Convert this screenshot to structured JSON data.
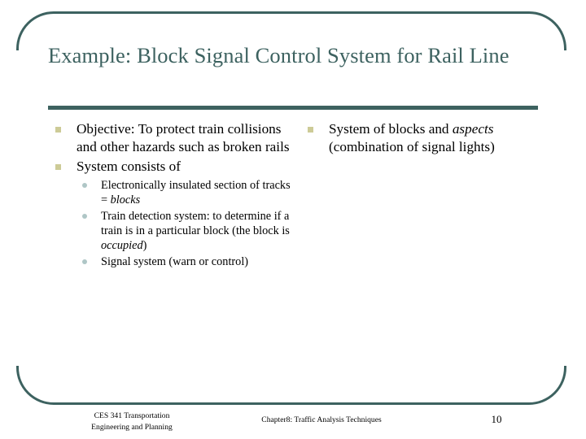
{
  "slide": {
    "title": "Example: Block Signal Control System for Rail Line",
    "accent_color": "#3d6260",
    "bullet_level1_color": "#cdcb97",
    "bullet_level2_color": "#afc6c6",
    "body_text_color": "#000000",
    "background_color": "#ffffff"
  },
  "columns": {
    "left": {
      "items": [
        {
          "text": "Objective: To protect train collisions and other hazards such as broken rails",
          "subitems": []
        },
        {
          "text": "System consists of",
          "subitems": [
            {
              "parts": [
                {
                  "text": "Electronically insulated section of tracks = ",
                  "style": "normal"
                },
                {
                  "text": "blocks",
                  "style": "italic"
                }
              ]
            },
            {
              "parts": [
                {
                  "text": "Train detection system: to determine if a train is in a particular block (the block is ",
                  "style": "normal"
                },
                {
                  "text": "occupied",
                  "style": "italic"
                },
                {
                  "text": ")",
                  "style": "normal"
                }
              ]
            },
            {
              "parts": [
                {
                  "text": "Signal system (warn or control)",
                  "style": "normal"
                }
              ]
            }
          ]
        }
      ]
    },
    "right": {
      "items": [
        {
          "parts": [
            {
              "text": "System of blocks and ",
              "style": "normal"
            },
            {
              "text": "aspects",
              "style": "italic"
            },
            {
              "text": " (combination of signal lights)",
              "style": "normal"
            }
          ]
        }
      ]
    }
  },
  "footer": {
    "left_line1": "CES 341 Transportation",
    "left_line2": "Engineering and Planning",
    "center": "Chapter8: Traffic Analysis Techniques",
    "page_number": "10"
  }
}
